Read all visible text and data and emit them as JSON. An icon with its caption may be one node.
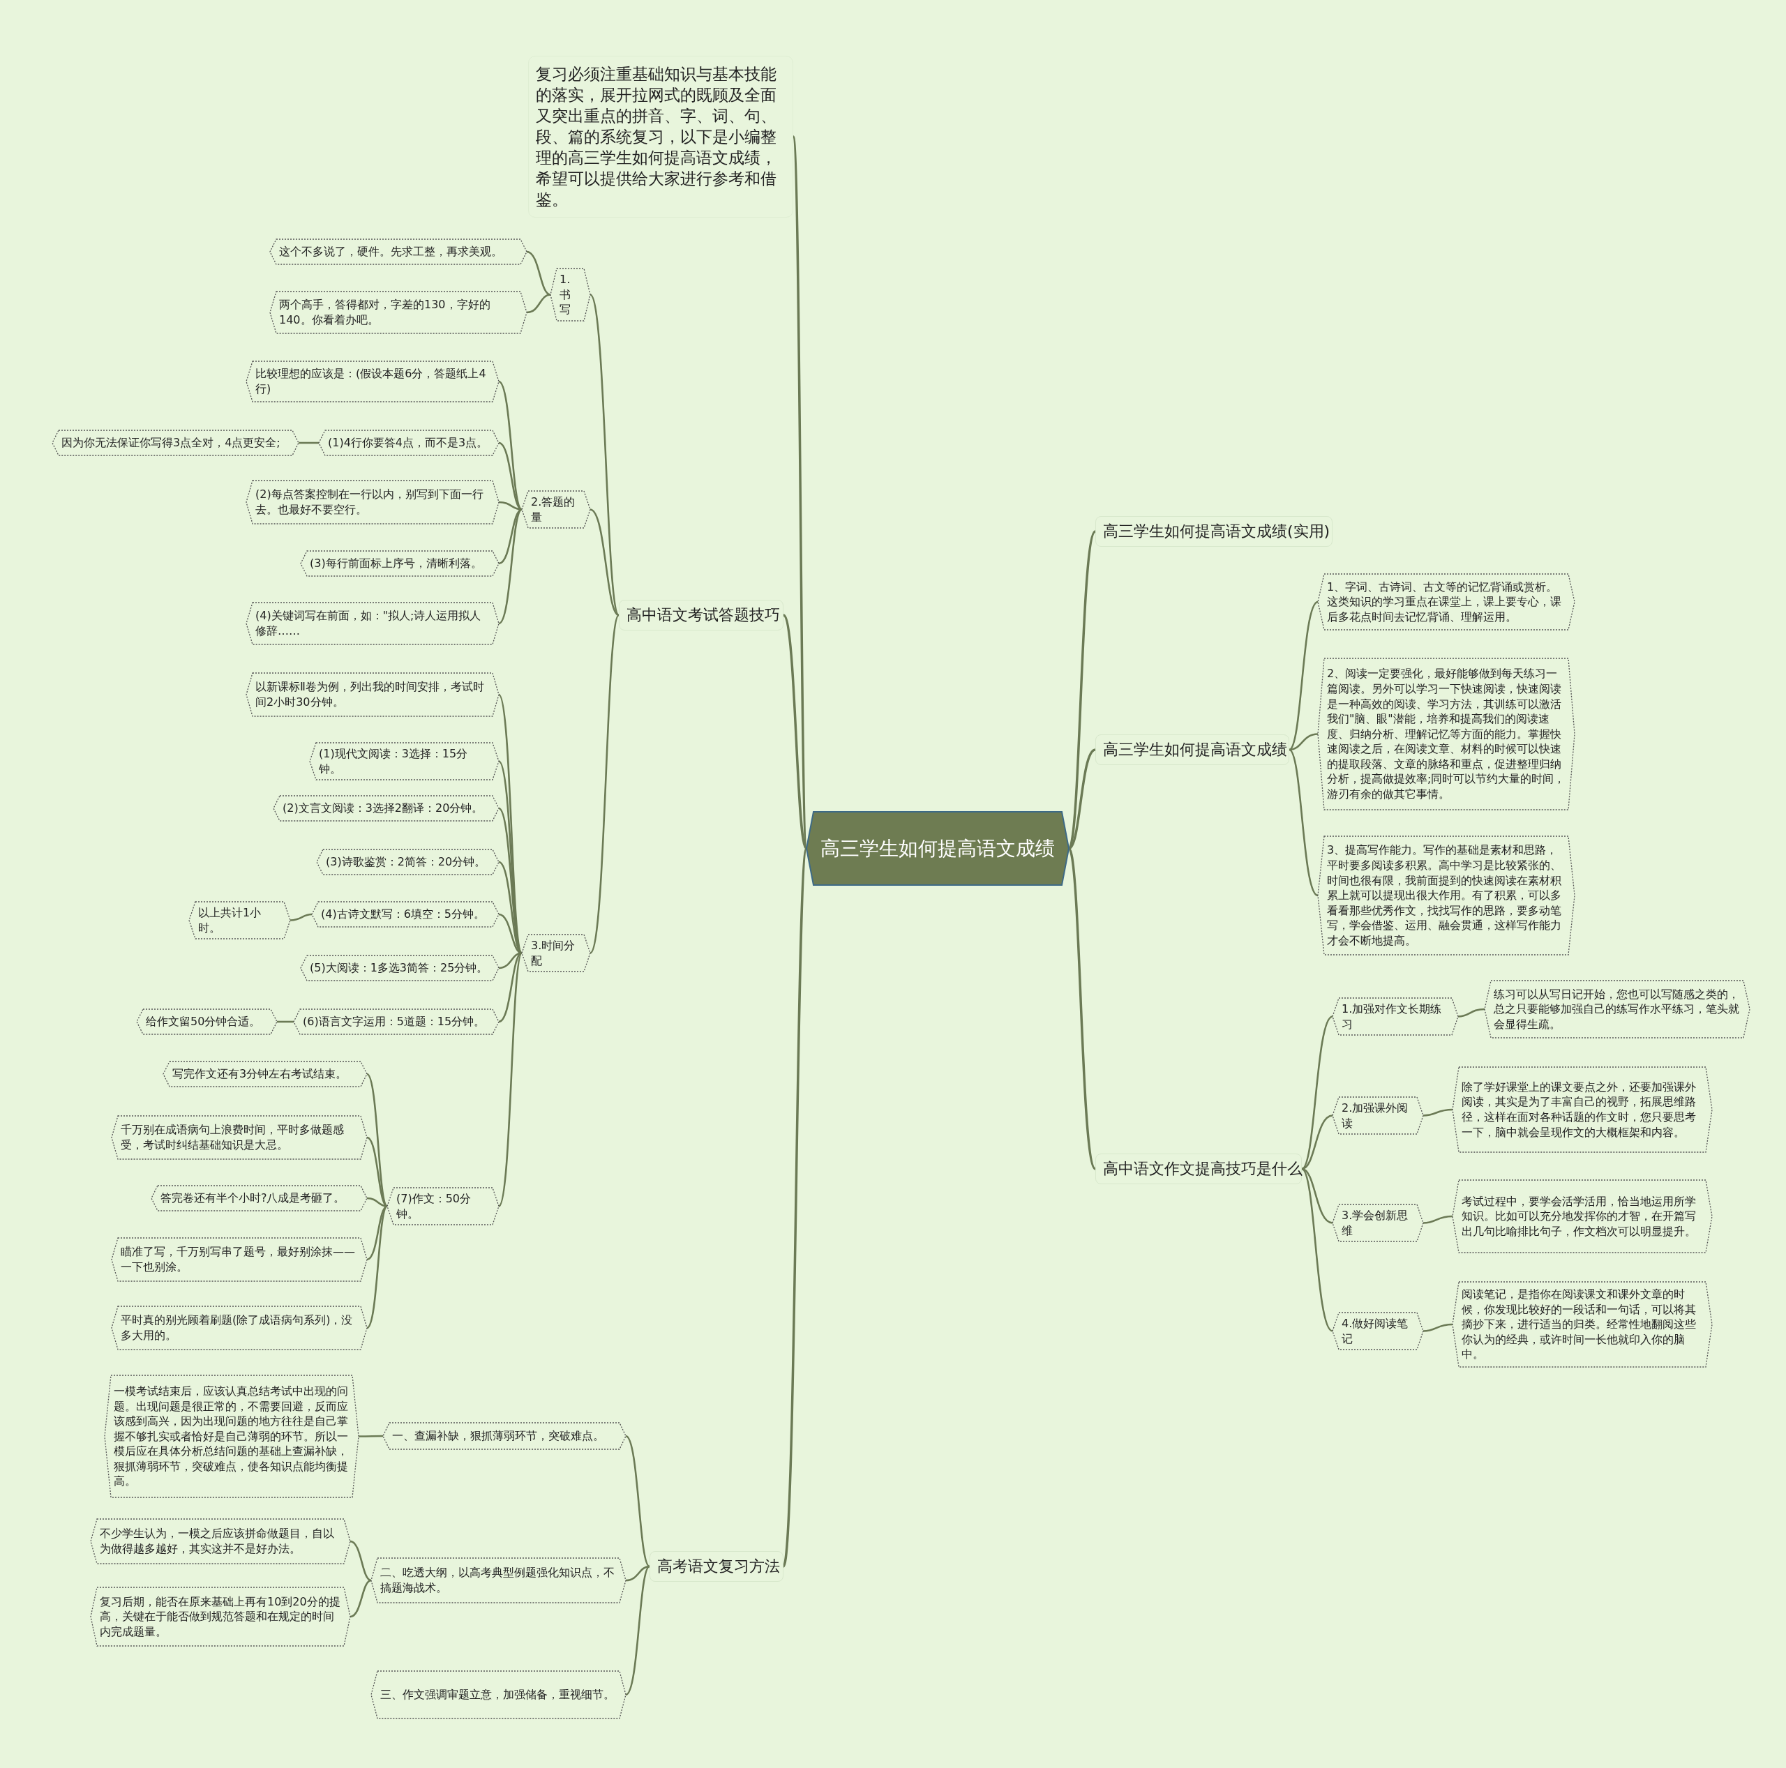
{
  "diagram": {
    "nodes": [
      {
        "text": [
          "高三学生如何提高语文成绩"
        ]
      },
      {
        "text": [
          "复习必须注重基础知识与基本技能的落实，展开拉网式的既顾及全面又突出重点的拼音、字、词、句、段、篇的系统复习，以下是小编整理的高三学生如何提高语文成绩，希望可以提供给大家进行参考和借鉴。"
        ]
      },
      {
        "text": [
          "高中语文考试答题技巧"
        ]
      },
      {
        "text": [
          "1.书写"
        ]
      },
      {
        "text": [
          "这个不多说了，硬件。先求工整，再求美观。"
        ]
      },
      {
        "text": [
          "两个高手，答得都对，字差的130，字好的140。你看着办吧。"
        ]
      },
      {
        "text": [
          "2.答题的量"
        ]
      },
      {
        "text": [
          "比较理想的应该是：(假设本题6分，答题纸上4行)"
        ]
      },
      {
        "text": [
          "(1)4行你要答4点，而不是3点。"
        ]
      },
      {
        "text": [
          "因为你无法保证你写得3点全对，4点更安全;"
        ]
      },
      {
        "text": [
          "(2)每点答案控制在一行以内，别写到下面一行去。也最好不要空行。"
        ]
      },
      {
        "text": [
          "(3)每行前面标上序号，清晰利落。"
        ]
      },
      {
        "text": [
          "(4)关键词写在前面，如：\"拟人;诗人运用拟人修辞……"
        ]
      },
      {
        "text": [
          "3.时间分配"
        ]
      },
      {
        "text": [
          "以新课标Ⅱ卷为例，列出我的时间安排，考试时间2小时30分钟。"
        ]
      },
      {
        "text": [
          "(1)现代文阅读：3选择：15分钟。"
        ]
      },
      {
        "text": [
          "(2)文言文阅读：3选择2翻译：20分钟。"
        ]
      },
      {
        "text": [
          "(3)诗歌鉴赏：2简答：20分钟。"
        ]
      },
      {
        "text": [
          "(4)古诗文默写：6填空：5分钟。"
        ]
      },
      {
        "text": [
          "以上共计1小时。"
        ]
      },
      {
        "text": [
          "(5)大阅读：1多选3简答：25分钟。"
        ]
      },
      {
        "text": [
          "(6)语言文字运用：5道题：15分钟。"
        ]
      },
      {
        "text": [
          "给作文留50分钟合适。"
        ]
      },
      {
        "text": [
          "(7)作文：50分钟。"
        ]
      },
      {
        "text": [
          "写完作文还有3分钟左右考试结束。"
        ]
      },
      {
        "text": [
          "千万别在成语病句上浪费时间，平时多做题感受，考试时纠结基础知识是大忌。"
        ]
      },
      {
        "text": [
          "答完卷还有半个小时?八成是考砸了。"
        ]
      },
      {
        "text": [
          "瞄准了写，千万别写串了题号，最好别涂抹——一下也别涂。"
        ]
      },
      {
        "text": [
          "平时真的别光顾着刷题(除了成语病句系列)，没多大用的。"
        ]
      },
      {
        "text": [
          "高考语文复习方法"
        ]
      },
      {
        "text": [
          "一、查漏补缺，狠抓薄弱环节，突破难点。"
        ]
      },
      {
        "text": [
          "一模考试结束后，应该认真总结考试中出现的问题。出现问题是很正常的，不需要回避，反而应该感到高兴，因为出现问题的地方往往是自己掌握不够扎实或者恰好是自己薄弱的环节。所以一模后应在具体分析总结问题的基础上查漏补缺，狠抓薄弱环节，突破难点，使各知识点能均衡提高。"
        ]
      },
      {
        "text": [
          "二、吃透大纲，以高考典型例题强化知识点，不搞题海战术。"
        ]
      },
      {
        "text": [
          "不少学生认为，一模之后应该拼命做题目，自以为做得越多越好，其实这并不是好办法。"
        ]
      },
      {
        "text": [
          "复习后期，能否在原来基础上再有10到20分的提高，关键在于能否做到规范答题和在规定的时间内完成题量。"
        ]
      },
      {
        "text": [
          "三、作文强调审题立意，加强储备，重视细节。"
        ]
      },
      {
        "text": [
          "高三学生如何提高语文成绩(实用)"
        ]
      },
      {
        "text": [
          "高三学生如何提高语文成绩"
        ]
      },
      {
        "text": [
          "1、字词、古诗词、古文等的记忆背诵或赏析。这类知识的学习重点在课堂上，课上要专心，课后多花点时间去记忆背诵、理解运用。"
        ]
      },
      {
        "text": [
          "2、阅读一定要强化，最好能够做到每天练习一篇阅读。另外可以学习一下快速阅读，快速阅读是一种高效的阅读、学习方法，其训练可以激活我们\"脑、眼\"潜能，培养和提高我们的阅读速度、归纳分析、理解记忆等方面的能力。掌握快速阅读之后，在阅读文章、材料的时候可以快速的提取段落、文章的脉络和重点，促进整理归纳分析，提高做提效率;同时可以节约大量的时间，游刃有余的做其它事情。"
        ]
      },
      {
        "text": [
          "3、提高写作能力。写作的基础是素材和思路，平时要多阅读多积累。高中学习是比较紧张的、时间也很有限，我前面提到的快速阅读在素材积累上就可以提现出很大作用。有了积累，可以多看看那些优秀作文，找找写作的思路，要多动笔写，学会借鉴、运用、融会贯通，这样写作能力才会不断地提高。"
        ]
      },
      {
        "text": [
          "高中语文作文提高技巧是什么"
        ]
      },
      {
        "text": [
          "1.加强对作文长期练习"
        ]
      },
      {
        "text": [
          "练习可以从写日记开始，您也可以写随感之类的，总之只要能够加强自己的练写作水平练习，笔头就会显得生疏。"
        ]
      },
      {
        "text": [
          "2.加强课外阅读"
        ]
      },
      {
        "text": [
          "除了学好课堂上的课文要点之外，还要加强课外阅读，其实是为了丰富自己的视野，拓展思维路径，这样在面对各种话题的作文时，您只要思考一下，脑中就会呈现作文的大概框架和内容。"
        ]
      },
      {
        "text": [
          "3.学会创新思维"
        ]
      },
      {
        "text": [
          "考试过程中，要学会活学活用，恰当地运用所学知识。比如可以充分地发挥你的才智，在开篇写出几句比喻排比句子，作文档次可以明显提升。"
        ]
      },
      {
        "text": [
          "4.做好阅读笔记"
        ]
      },
      {
        "text": [
          "阅读笔记，是指你在阅读课文和课外文章的时候，你发现比较好的一段话和一句话，可以将其摘抄下来，进行适当的归类。经常性地翻阅这些你认为的经典，或许时间一长他就印入你的脑中。"
        ]
      }
    ],
    "edges": [
      {
        "from": 0,
        "to": 1,
        "arrow": "none"
      },
      {
        "from": 0,
        "to": 2,
        "arrow": "none"
      },
      {
        "from": 2,
        "to": 3,
        "arrow": "none"
      },
      {
        "from": 3,
        "to": 4,
        "arrow": "none"
      },
      {
        "from": 3,
        "to": 5,
        "arrow": "none"
      },
      {
        "from": 2,
        "to": 6,
        "arrow": "none"
      },
      {
        "from": 6,
        "to": 7,
        "arrow": "none"
      },
      {
        "from": 6,
        "to": 8,
        "arrow": "none"
      },
      {
        "from": 8,
        "to": 9,
        "arrow": "none"
      },
      {
        "from": 6,
        "to": 10,
        "arrow": "none"
      },
      {
        "from": 6,
        "to": 11,
        "arrow": "none"
      },
      {
        "from": 6,
        "to": 12,
        "arrow": "none"
      },
      {
        "from": 2,
        "to": 13,
        "arrow": "none"
      },
      {
        "from": 13,
        "to": 14,
        "arrow": "none"
      },
      {
        "from": 13,
        "to": 15,
        "arrow": "none"
      },
      {
        "from": 13,
        "to": 16,
        "arrow": "none"
      },
      {
        "from": 13,
        "to": 17,
        "arrow": "none"
      },
      {
        "from": 13,
        "to": 18,
        "arrow": "none"
      },
      {
        "from": 18,
        "to": 19,
        "arrow": "none"
      },
      {
        "from": 13,
        "to": 20,
        "arrow": "none"
      },
      {
        "from": 13,
        "to": 21,
        "arrow": "none"
      },
      {
        "from": 21,
        "to": 22,
        "arrow": "none"
      },
      {
        "from": 13,
        "to": 23,
        "arrow": "none"
      },
      {
        "from": 23,
        "to": 24,
        "arrow": "none"
      },
      {
        "from": 23,
        "to": 25,
        "arrow": "none"
      },
      {
        "from": 23,
        "to": 26,
        "arrow": "none"
      },
      {
        "from": 23,
        "to": 27,
        "arrow": "none"
      },
      {
        "from": 23,
        "to": 28,
        "arrow": "none"
      },
      {
        "from": 0,
        "to": 29,
        "arrow": "none"
      },
      {
        "from": 29,
        "to": 30,
        "arrow": "none"
      },
      {
        "from": 30,
        "to": 31,
        "arrow": "none"
      },
      {
        "from": 29,
        "to": 32,
        "arrow": "none"
      },
      {
        "from": 32,
        "to": 33,
        "arrow": "none"
      },
      {
        "from": 32,
        "to": 34,
        "arrow": "none"
      },
      {
        "from": 29,
        "to": 35,
        "arrow": "none"
      },
      {
        "from": 0,
        "to": 36,
        "arrow": "none"
      },
      {
        "from": 0,
        "to": 37,
        "arrow": "none"
      },
      {
        "from": 37,
        "to": 38,
        "arrow": "none"
      },
      {
        "from": 37,
        "to": 39,
        "arrow": "none"
      },
      {
        "from": 37,
        "to": 40,
        "arrow": "none"
      },
      {
        "from": 0,
        "to": 41,
        "arrow": "none"
      },
      {
        "from": 41,
        "to": 42,
        "arrow": "none"
      },
      {
        "from": 42,
        "to": 43,
        "arrow": "none"
      },
      {
        "from": 41,
        "to": 44,
        "arrow": "none"
      },
      {
        "from": 44,
        "to": 45,
        "arrow": "none"
      },
      {
        "from": 41,
        "to": 46,
        "arrow": "none"
      },
      {
        "from": 46,
        "to": 47,
        "arrow": "none"
      },
      {
        "from": 41,
        "to": 48,
        "arrow": "none"
      },
      {
        "from": 48,
        "to": 49,
        "arrow": "none"
      }
    ]
  }
}
